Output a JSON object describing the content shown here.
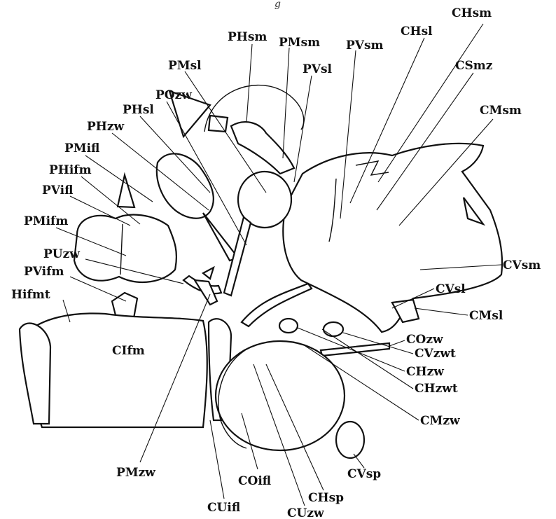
{
  "figure": {
    "caption": "g",
    "palette": {
      "ink": "#111111",
      "paper": "#ffffff"
    }
  },
  "labels": {
    "PHsm": "PHsm",
    "PMsm": "PMsm",
    "PVsl": "PVsl",
    "PVsm": "PVsm",
    "CHsl": "CHsl",
    "CHsm": "CHsm",
    "CSmz": "CSmz",
    "CMsm": "CMsm",
    "PMsl": "PMsl",
    "POzw": "POzw",
    "PHsl": "PHsl",
    "PHzw": "PHzw",
    "PMifl": "PMifl",
    "PHifm": "PHifm",
    "PVifl": "PVifl",
    "PMifm": "PMifm",
    "PUzw": "PUzw",
    "PVifm": "PVifm",
    "Hifmt": "Hifmt",
    "CIfm": "CIfm",
    "CVsm": "CVsm",
    "CVsl": "CVsl",
    "CMsl": "CMsl",
    "COzw": "COzw",
    "CVzwt": "CVzwt",
    "CHzw": "CHzw",
    "CHzwt": "CHzwt",
    "CMzw": "CMzw",
    "CVsp": "CVsp",
    "PMzw": "PMzw",
    "COifl": "COifl",
    "CHsp": "CHsp",
    "CUzw": "CUzw",
    "CUifl": "CUifl"
  }
}
